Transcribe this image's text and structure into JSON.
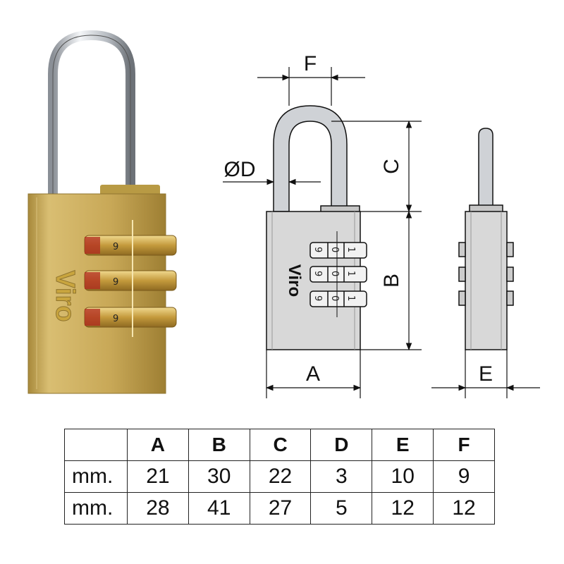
{
  "brand": "Viro",
  "dimension_labels": {
    "A": "A",
    "B": "B",
    "C": "C",
    "D": "ØD",
    "E": "E",
    "F": "F"
  },
  "dial_digits": {
    "photo": [
      "9",
      "9",
      "9"
    ],
    "drawing": [
      [
        "9",
        "0",
        "1"
      ],
      [
        "9",
        "0",
        "1"
      ],
      [
        "9",
        "0",
        "1"
      ]
    ]
  },
  "table": {
    "headers": [
      "",
      "A",
      "B",
      "C",
      "D",
      "E",
      "F"
    ],
    "rows": [
      [
        "mm.",
        "21",
        "30",
        "22",
        "3",
        "10",
        "9"
      ],
      [
        "mm.",
        "28",
        "41",
        "27",
        "5",
        "12",
        "12"
      ]
    ]
  },
  "colors": {
    "brass": "#c8a857",
    "steel": "#d6d6d6",
    "shackle": "#cfd2d6",
    "line": "#111111"
  }
}
